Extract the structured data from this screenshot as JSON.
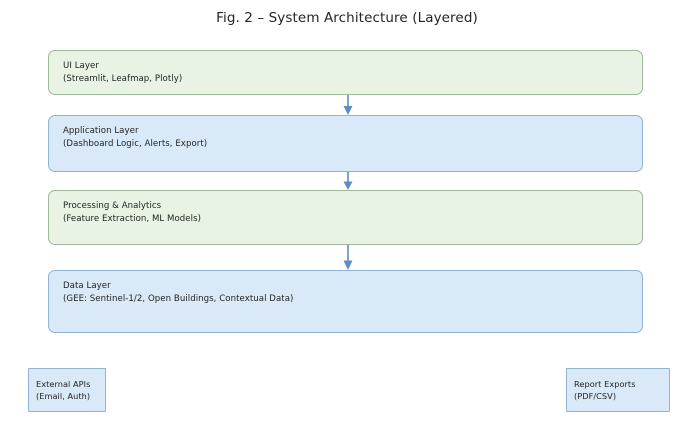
{
  "figure": {
    "title": "Fig. 2 – System Architecture (Layered)",
    "background_color": "#ffffff",
    "arrow_color": "#5b8ec4"
  },
  "layers": [
    {
      "name": "ui-layer",
      "title": "UI Layer",
      "subtitle": "(Streamlit, Leafmap, Plotly)",
      "fill_color": "#e8f3e4",
      "border_color": "#9fb79b"
    },
    {
      "name": "application-layer",
      "title": "Application Layer",
      "subtitle": "(Dashboard Logic, Alerts, Export)",
      "fill_color": "#d9e9f8",
      "border_color": "#8fb4d6"
    },
    {
      "name": "processing-layer",
      "title": "Processing & Analytics",
      "subtitle": "(Feature Extraction, ML Models)",
      "fill_color": "#e8f3e4",
      "border_color": "#9fb79b"
    },
    {
      "name": "data-layer",
      "title": "Data Layer",
      "subtitle": "(GEE: Sentinel-1/2, Open Buildings, Contextual Data)",
      "fill_color": "#d9e9f8",
      "border_color": "#8fb4d6"
    }
  ],
  "side_boxes": [
    {
      "name": "external-apis",
      "title": "External APIs",
      "subtitle": "(Email, Auth)",
      "fill_color": "#d9e9f8",
      "border_color": "#8fb4d6"
    },
    {
      "name": "report-exports",
      "title": "Report Exports",
      "subtitle": "(PDF/CSV)",
      "fill_color": "#d9e9f8",
      "border_color": "#8fb4d6"
    }
  ],
  "connectors": [
    {
      "name": "arrow-ui-to-application",
      "icon": "arrow-down-icon",
      "from": "UI Layer",
      "to": "Application Layer"
    },
    {
      "name": "arrow-application-to-processing",
      "icon": "arrow-down-icon",
      "from": "Application Layer",
      "to": "Processing & Analytics"
    },
    {
      "name": "arrow-processing-to-data",
      "icon": "arrow-down-icon",
      "from": "Processing & Analytics",
      "to": "Data Layer"
    }
  ]
}
